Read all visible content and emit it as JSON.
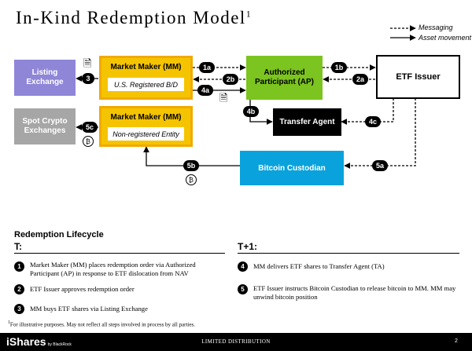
{
  "title": {
    "text": "In-Kind Redemption Model",
    "sup": "1"
  },
  "legend": {
    "messaging": "Messaging",
    "asset_movement": "Asset movement"
  },
  "entities": {
    "listing_exchange": "Listing Exchange",
    "mm_top": {
      "title": "Market Maker (MM)",
      "subtitle": "U.S. Registered B/D"
    },
    "authorized_participant": "Authorized Participant (AP)",
    "etf_issuer": "ETF Issuer",
    "spot_crypto_exchanges": "Spot Crypto Exchanges",
    "mm_bottom": {
      "title": "Market Maker (MM)",
      "subtitle": "Non-registered Entity"
    },
    "transfer_agent": "Transfer Agent",
    "bitcoin_custodian": "Bitcoin Custodian"
  },
  "badges": {
    "b1a": "1a",
    "b1b": "1b",
    "b2a": "2a",
    "b2b": "2b",
    "b3": "3",
    "b4a": "4a",
    "b4b": "4b",
    "b4c": "4c",
    "b5a": "5a",
    "b5b": "5b",
    "b5c": "5c"
  },
  "btc_symbol": "₿",
  "doc_icon": "🗎",
  "lifecycle": {
    "heading": "Redemption Lifecycle",
    "t_label": "T:",
    "t1_label": "T+1:",
    "steps": [
      {
        "num": "1",
        "text": "Market Maker (MM) places redemption order via Authorized Participant (AP) in response to ETF dislocation from NAV"
      },
      {
        "num": "2",
        "text": "ETF Issuer approves redemption order"
      },
      {
        "num": "3",
        "text": "MM buys ETF shares via Listing Exchange"
      },
      {
        "num": "4",
        "text": "MM delivers ETF shares to Transfer Agent (TA)"
      },
      {
        "num": "5",
        "text": "ETF Issuer instructs Bitcoin Custodian to release bitcoin to MM. MM may unwind bitcoin position"
      }
    ]
  },
  "footnote": {
    "sup": "1",
    "text": "For illustrative purposes. May not reflect all steps involved in process by all parties."
  },
  "footer": {
    "brand": "iShares",
    "brand_sub": "by BlackRock",
    "distribution": "LIMITED DISTRIBUTION",
    "page": "2"
  },
  "colors": {
    "purple": "#8f86d8",
    "grey": "#a6a6a6",
    "yellow": "#f5c400",
    "green": "#7cc41f",
    "blue": "#0aa2dc",
    "black": "#000000"
  }
}
